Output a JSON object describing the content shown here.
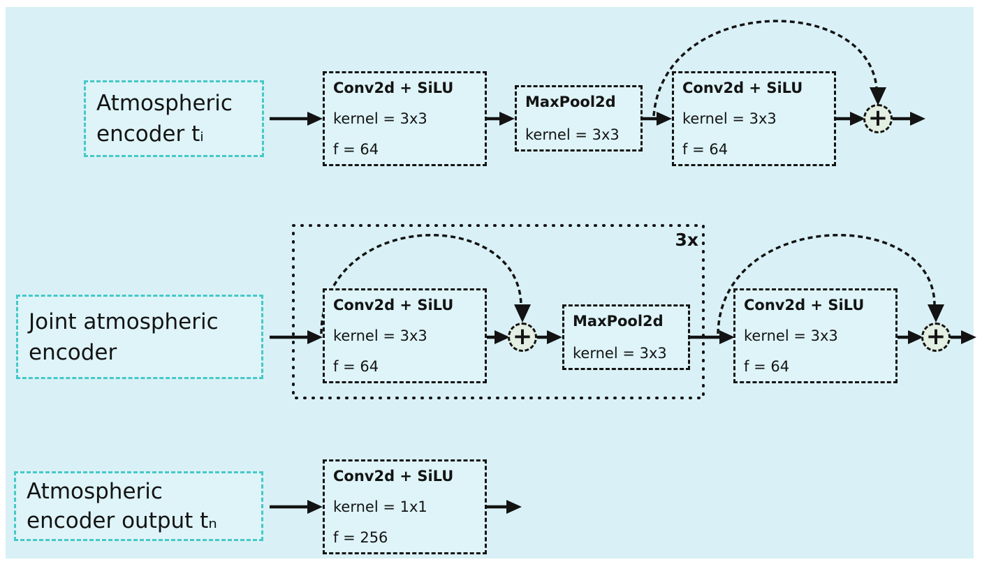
{
  "theme": {
    "canvas": "#ffffff",
    "field": "#d9f1f6",
    "block_fill": "#def4f8",
    "accent": "#46c8c8",
    "node_fill": "#e4efe3",
    "ink": "#131313"
  },
  "add_symbol": "+",
  "rows": {
    "row1": {
      "label": {
        "line1": "Atmospheric",
        "line2": "encoder tᵢ"
      },
      "conv_a": {
        "title": "Conv2d + SiLU",
        "kernel": "kernel = 3x3",
        "filters": "f = 64"
      },
      "maxpool": {
        "title": "MaxPool2d",
        "kernel": "kernel = 3x3"
      },
      "conv_b": {
        "title": "Conv2d + SiLU",
        "kernel": "kernel = 3x3",
        "filters": "f = 64"
      }
    },
    "row2": {
      "label": {
        "line1": "Joint atmospheric",
        "line2": "encoder"
      },
      "repeat_badge": "3x",
      "conv_a": {
        "title": "Conv2d + SiLU",
        "kernel": "kernel = 3x3",
        "filters": "f = 64"
      },
      "maxpool": {
        "title": "MaxPool2d",
        "kernel": "kernel = 3x3"
      },
      "conv_b": {
        "title": "Conv2d + SiLU",
        "kernel": "kernel = 3x3",
        "filters": "f = 64"
      }
    },
    "row3": {
      "label": {
        "line1": "Atmospheric",
        "line2": "encoder output tₙ"
      },
      "conv": {
        "title": "Conv2d + SiLU",
        "kernel": "kernel = 1x1",
        "filters": "f = 256"
      }
    }
  }
}
